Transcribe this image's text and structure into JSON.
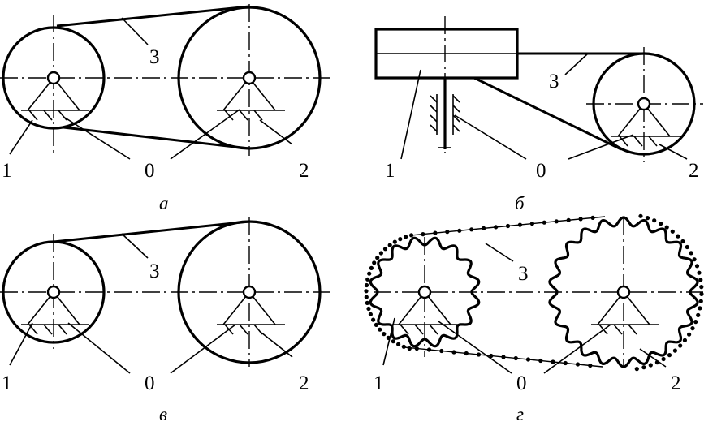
{
  "panels": [
    {
      "caption": "а",
      "labels": {
        "driver": "1",
        "support": "0",
        "driven": "2",
        "belt": "3"
      }
    },
    {
      "caption": "б",
      "labels": {
        "driver": "1",
        "support": "0",
        "driven": "2",
        "belt": "3"
      }
    },
    {
      "caption": "в",
      "labels": {
        "driver": "1",
        "support": "0",
        "driven": "2",
        "belt": "3"
      }
    },
    {
      "caption": "г",
      "labels": {
        "driver": "1",
        "support": "0",
        "driven": "2",
        "belt": "3"
      }
    }
  ]
}
